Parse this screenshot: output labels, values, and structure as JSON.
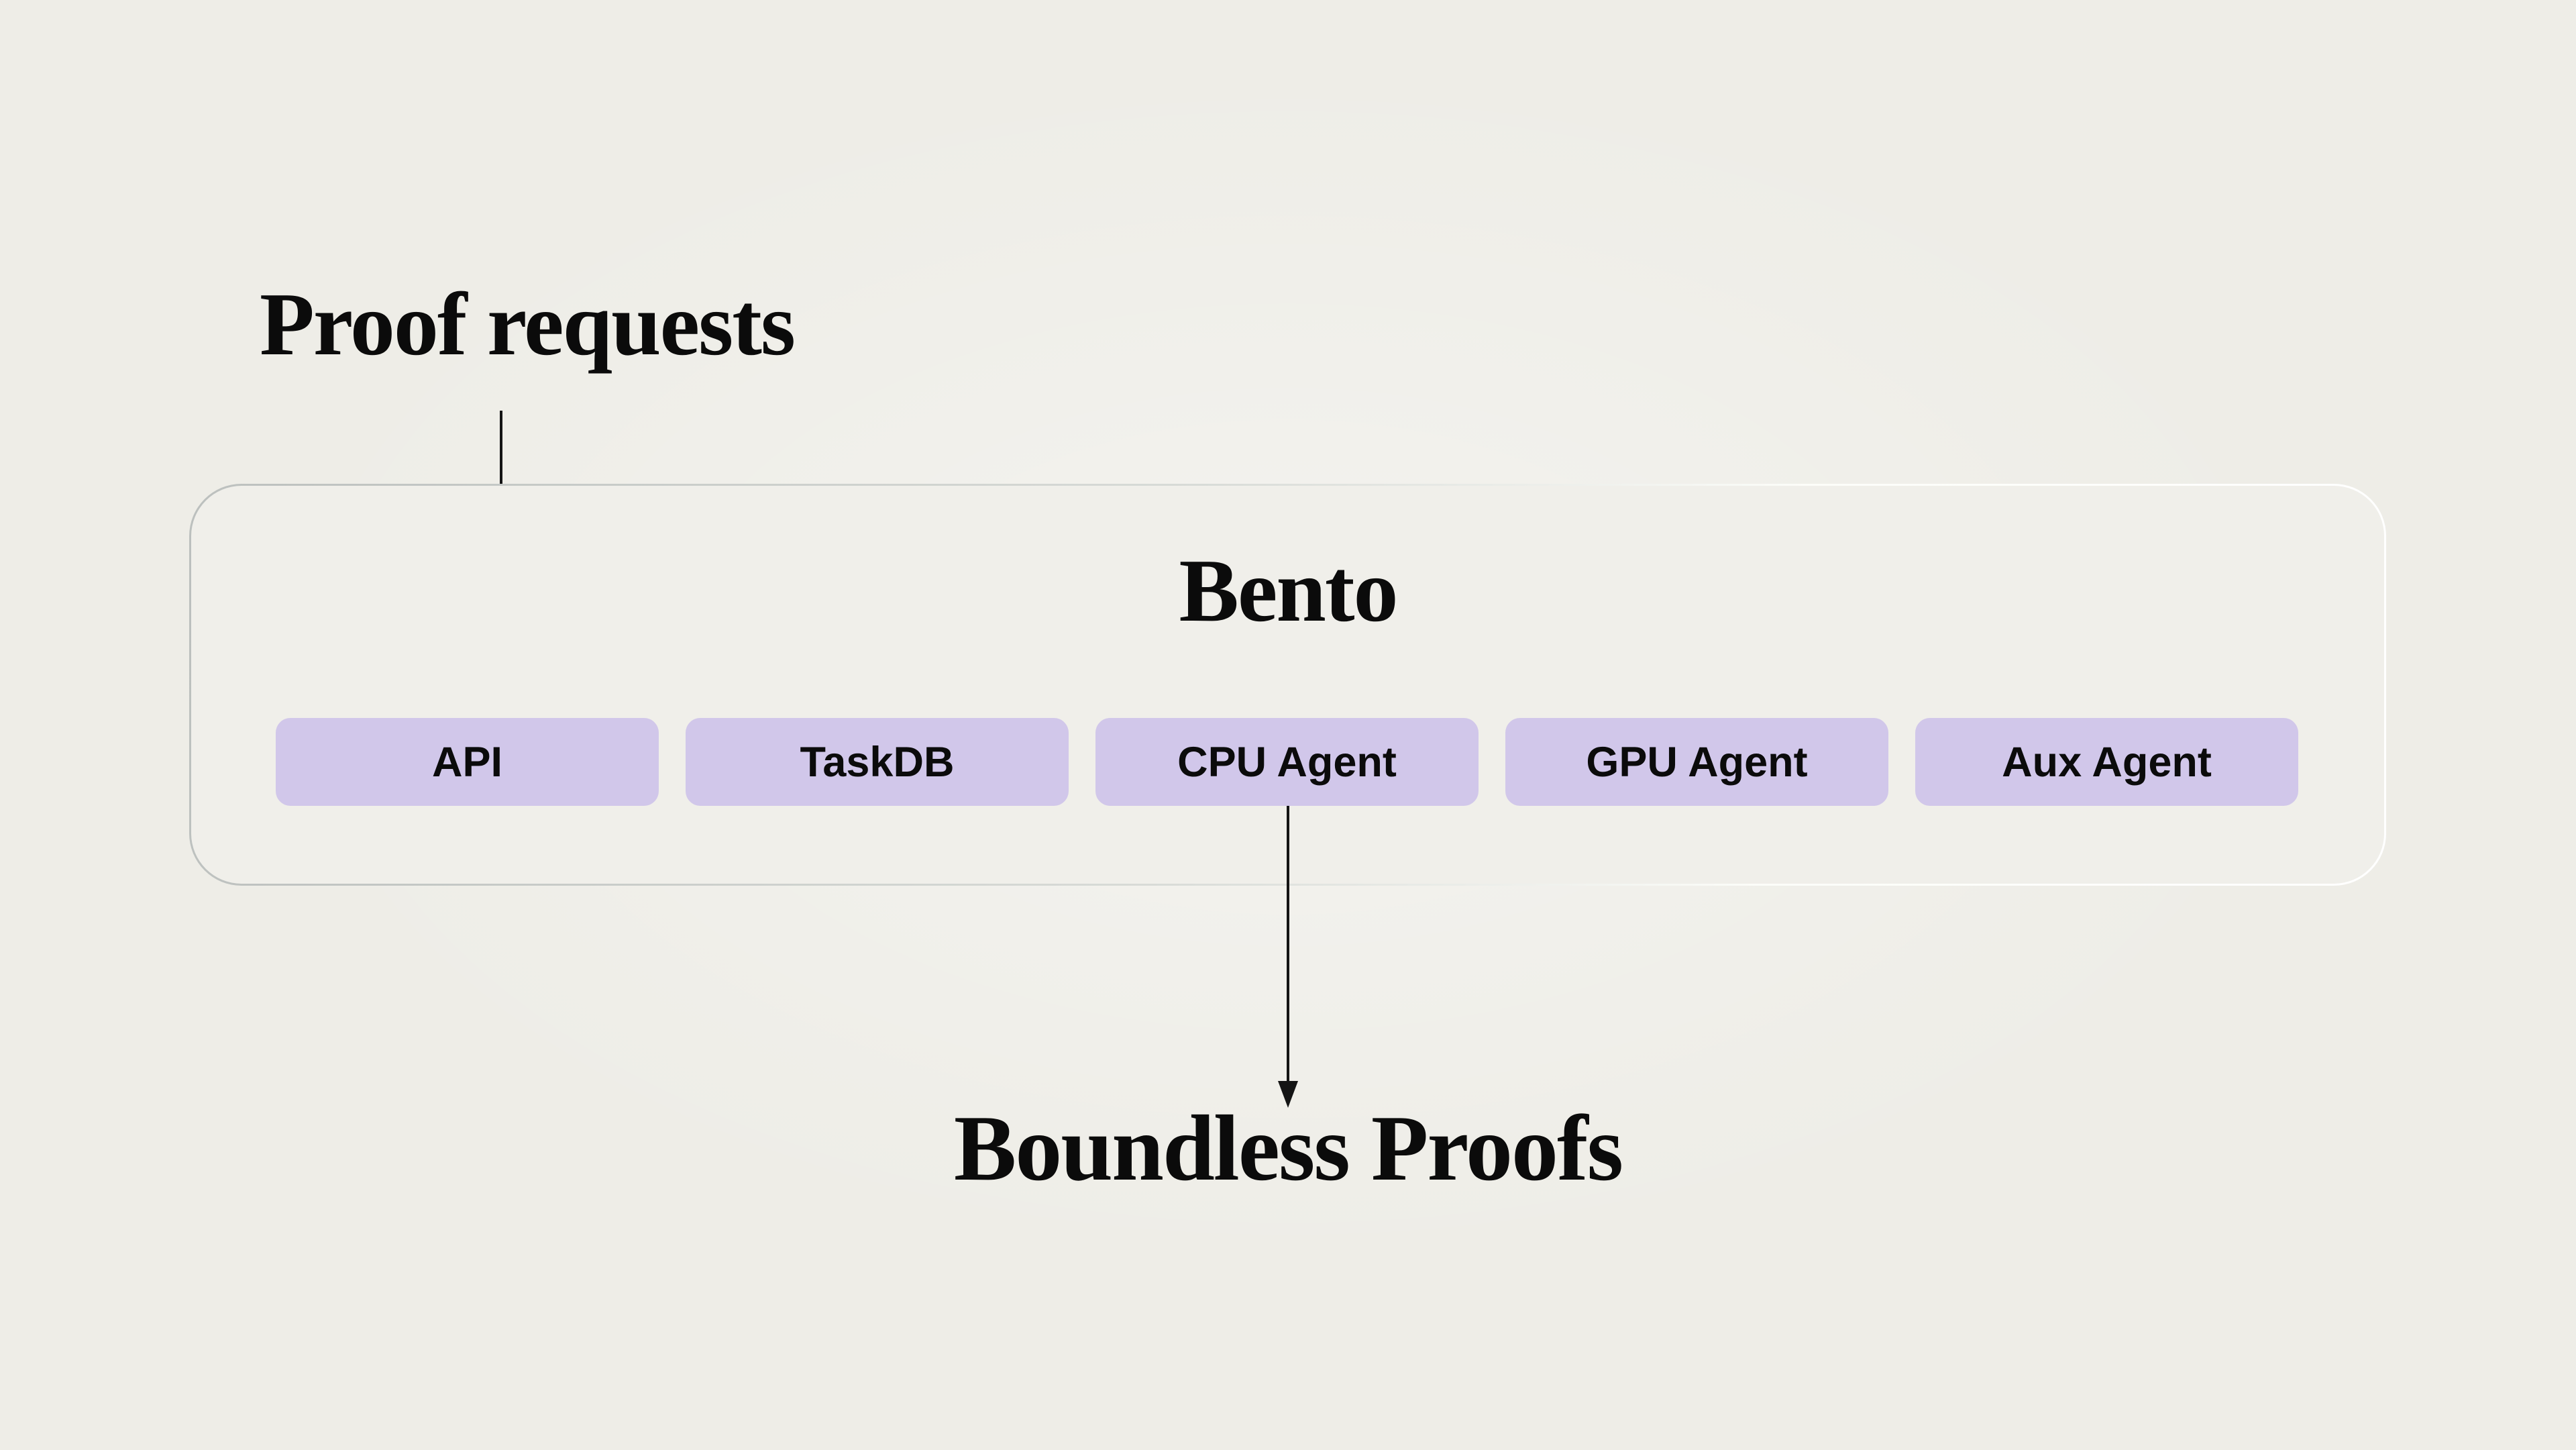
{
  "diagram": {
    "top_label": "Proof requests",
    "container": {
      "title": "Bento"
    },
    "nodes": [
      {
        "label": "API"
      },
      {
        "label": "TaskDB"
      },
      {
        "label": "CPU Agent"
      },
      {
        "label": "GPU Agent"
      },
      {
        "label": "Aux Agent"
      }
    ],
    "bottom_label": "Boundless Proofs",
    "arrows": [
      {
        "from": "Proof requests",
        "to": "API",
        "direction": "down"
      },
      {
        "from": "CPU Agent",
        "to": "Boundless Proofs",
        "direction": "down"
      }
    ]
  },
  "colors": {
    "page_background": "#EEEDE7",
    "card_background": "#F0EFEA",
    "card_border_start": "#BCC0BE",
    "card_border_end": "#FCFDF9",
    "node_fill": "#D1C7EA",
    "ink": "#0B0B0B",
    "arrow": "#141414"
  }
}
